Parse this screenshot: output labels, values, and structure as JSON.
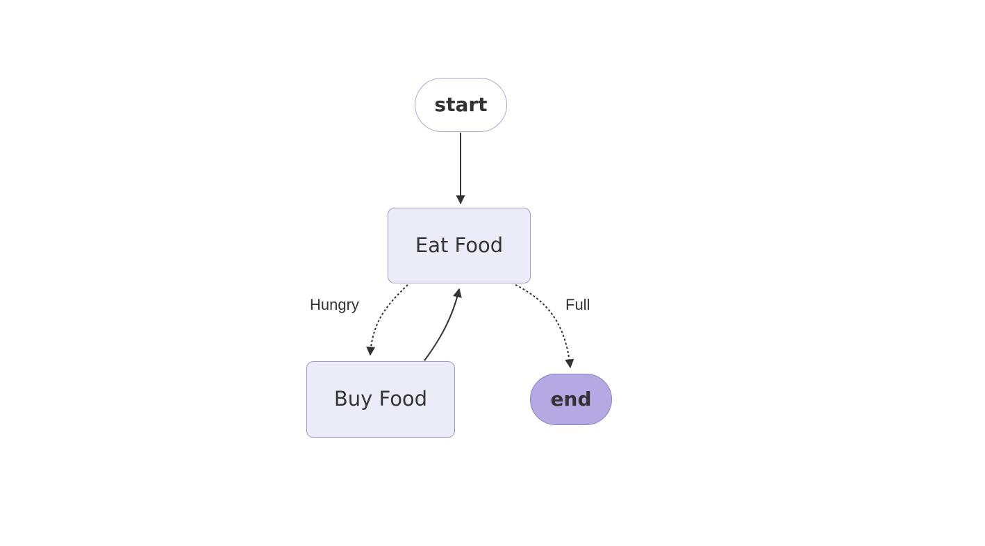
{
  "diagram": {
    "type": "flowchart",
    "direction": "top-down",
    "nodes": [
      {
        "id": "start",
        "label": "start",
        "shape": "stadium",
        "fill": "#ffffff",
        "border": "#a9a0d6"
      },
      {
        "id": "eat",
        "label": "Eat Food",
        "shape": "rounded-rect",
        "fill": "#ececf9",
        "border": "#a396d6"
      },
      {
        "id": "buy",
        "label": "Buy Food",
        "shape": "rounded-rect",
        "fill": "#ececf9",
        "border": "#a396d6"
      },
      {
        "id": "end",
        "label": "end",
        "shape": "stadium",
        "fill": "#b4a9e3",
        "border": "#8d7dc7"
      }
    ],
    "edges": [
      {
        "from": "start",
        "to": "eat",
        "style": "solid",
        "label": ""
      },
      {
        "from": "eat",
        "to": "buy",
        "style": "dashed",
        "label": "Hungry"
      },
      {
        "from": "buy",
        "to": "eat",
        "style": "solid",
        "label": ""
      },
      {
        "from": "eat",
        "to": "end",
        "style": "dashed",
        "label": "Full"
      }
    ],
    "colors": {
      "background": "#ffffff",
      "node_fill": "#ececf9",
      "node_border": "#a396d6",
      "start_fill": "#ffffff",
      "end_fill": "#b4a9e3",
      "end_border": "#8d7dc7",
      "edge_stroke": "#333333",
      "text": "#333333"
    }
  }
}
